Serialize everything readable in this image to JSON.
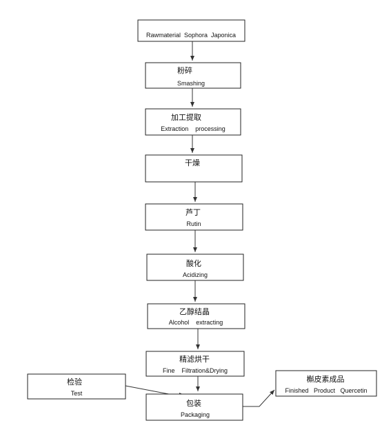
{
  "diagram": {
    "nodes": [
      {
        "id": "raw",
        "cn": "",
        "en": "Rawmaterial  Sophora  Japonica"
      },
      {
        "id": "smash",
        "cn": "粉碎",
        "en": "Smashing"
      },
      {
        "id": "extract",
        "cn": "加工提取",
        "en": "Extraction    processing"
      },
      {
        "id": "dry",
        "cn": "干燥",
        "en": ""
      },
      {
        "id": "rutin",
        "cn": "芦丁",
        "en": "Rutin"
      },
      {
        "id": "acid",
        "cn": "酸化",
        "en": "Acidizing"
      },
      {
        "id": "alcohol",
        "cn": "乙醇结晶",
        "en": "Alcohol    extracting"
      },
      {
        "id": "filter",
        "cn": "精滤烘干",
        "en": "Fine    Filtration&Drying"
      },
      {
        "id": "test",
        "cn": "检验",
        "en": "Test"
      },
      {
        "id": "pack",
        "cn": "包装",
        "en": "Packaging"
      },
      {
        "id": "final",
        "cn": "槲皮素成品",
        "en": "Finished   Product   Quercetin"
      }
    ],
    "edges": [
      {
        "from": "raw",
        "to": "smash"
      },
      {
        "from": "smash",
        "to": "extract"
      },
      {
        "from": "extract",
        "to": "dry"
      },
      {
        "from": "dry",
        "to": "rutin"
      },
      {
        "from": "rutin",
        "to": "acid"
      },
      {
        "from": "acid",
        "to": "alcohol"
      },
      {
        "from": "alcohol",
        "to": "filter"
      },
      {
        "from": "filter",
        "to": "pack"
      },
      {
        "from": "test",
        "to": "pack"
      },
      {
        "from": "pack",
        "to": "final"
      }
    ],
    "colors": {
      "stroke": "#222222",
      "text": "#111111",
      "background": "#ffffff"
    }
  }
}
